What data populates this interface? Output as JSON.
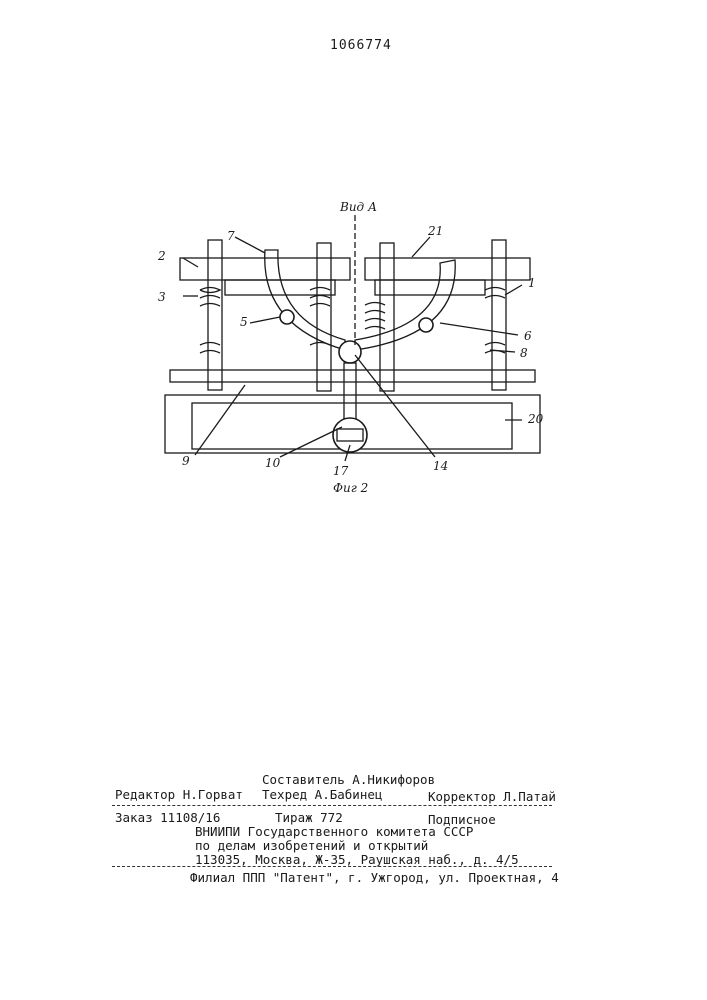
{
  "header": {
    "patent_number": "1066774"
  },
  "figure": {
    "view_label": "Вид А",
    "caption": "Фиг 2",
    "part_labels": {
      "p1": "1",
      "p2": "2",
      "p3": "3",
      "p5": "5",
      "p6": "6",
      "p7": "7",
      "p8": "8",
      "p9": "9",
      "p10": "10",
      "p14": "14",
      "p17": "17",
      "p20": "20",
      "p21": "21"
    }
  },
  "imprint": {
    "compiler": "Составитель А.Никифоров",
    "editor": "Редактор Н.Горват",
    "techred": "Техред А.Бабинец",
    "corrector": "Корректор Л.Патай",
    "order": "Заказ 11108/16",
    "circulation": "Тираж 772",
    "subscription": "Подписное",
    "org_line1": "ВНИИПИ Государственного комитета СССР",
    "org_line2": "по делам изобретений и открытий",
    "org_address": "113035, Москва, Ж-35, Раушская наб., д. 4/5",
    "branch": "Филиал ППП \"Патент\", г. Ужгород, ул. Проектная, 4"
  }
}
